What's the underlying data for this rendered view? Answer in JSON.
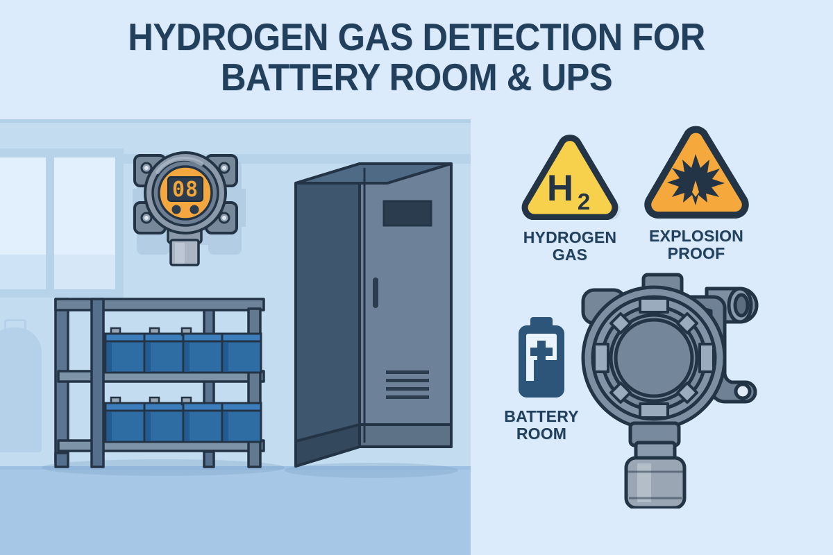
{
  "page": {
    "background_color": "#DCEBFB",
    "title_color": "#22405C"
  },
  "title": {
    "line1": "HYDROGEN GAS DETECTION FOR",
    "line2": "BATTERY ROOM & UPS"
  },
  "scene": {
    "panel_background": "#C3DCF0",
    "floor_color": "#A6C8E6",
    "wall_detector": {
      "name": "wall mounted gas detector",
      "display_value": "08",
      "display_color": "#F2A33C",
      "face_color": "#F4A73E",
      "body_color": "#7A8BA0",
      "button_count": 2
    },
    "battery_rack": {
      "name": "battery rack",
      "shelves": 2,
      "batteries_per_shelf": 4,
      "battery_color": "#2E6CA4",
      "frame_color": "#5C7590"
    },
    "ups_cabinet": {
      "name": "UPS cabinet",
      "front_color": "#6D8299",
      "side_color": "#3E566E",
      "vent_slats": 4
    }
  },
  "badges": [
    {
      "id": "hydrogen-gas",
      "icon": "warning-triangle-icon",
      "symbol": "H",
      "subscript": "2",
      "fill_color": "#F7D14B",
      "stroke_color": "#243447",
      "caption_line1": "HYDROGEN",
      "caption_line2": "GAS"
    },
    {
      "id": "explosion-proof",
      "icon": "explosion-triangle-icon",
      "fill_color": "#F5A93C",
      "stroke_color": "#243447",
      "caption_line1": "EXPLOSION",
      "caption_line2": "PROOF"
    },
    {
      "id": "battery-room",
      "icon": "battery-plus-icon",
      "fill_color": "#2C5579",
      "caption_line1": "BATTERY",
      "caption_line2": "ROOM"
    }
  ],
  "main_detector": {
    "name": "explosion proof gas detector",
    "body_color": "#7D8FA3",
    "outline_color": "#243447",
    "sensor_color": "#9AA6B4"
  }
}
